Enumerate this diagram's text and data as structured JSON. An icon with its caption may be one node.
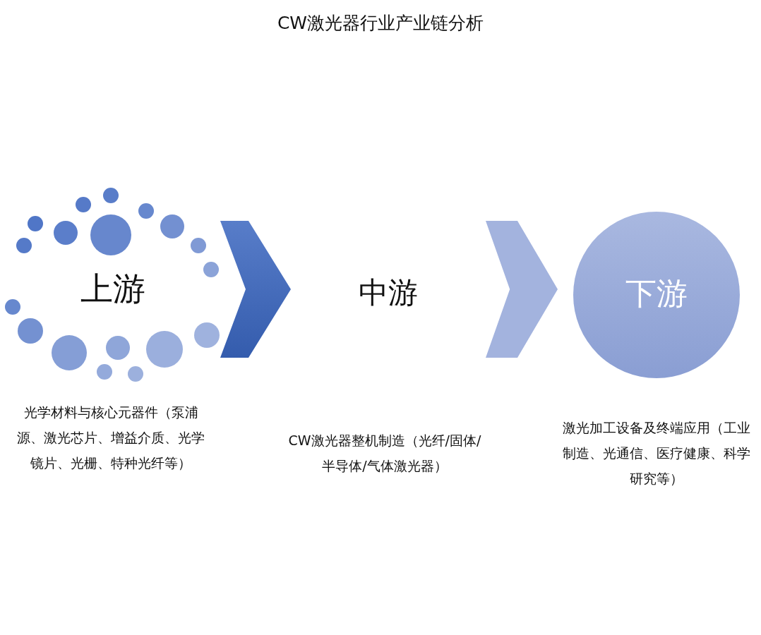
{
  "diagram": {
    "title": "CW激光器行业产业链分析",
    "nodes": [
      {
        "text": [
          "上游"
        ],
        "beside": [
          "光学材料与核心元器件（泵浦源、激光芯片、增益介质、光学镜片、光栅、特种光纤等）"
        ]
      },
      {
        "text": [
          "中游"
        ]
      },
      {
        "text": [
          "下游"
        ],
        "beside": [
          "激光加工设备及终端应用（工业制造、光通信、医疗健康、科学研究等）"
        ]
      }
    ],
    "edges": [
      {
        "from": 0,
        "to": 1,
        "arrow": "to",
        "color": "#3a66c0"
      },
      {
        "from": 1,
        "to": 2,
        "arrow": "to",
        "color": "#a3b3de"
      }
    ],
    "labels": [
      "CW激光器整机制造（光纤/固体/半导体/气体激光器）"
    ]
  }
}
